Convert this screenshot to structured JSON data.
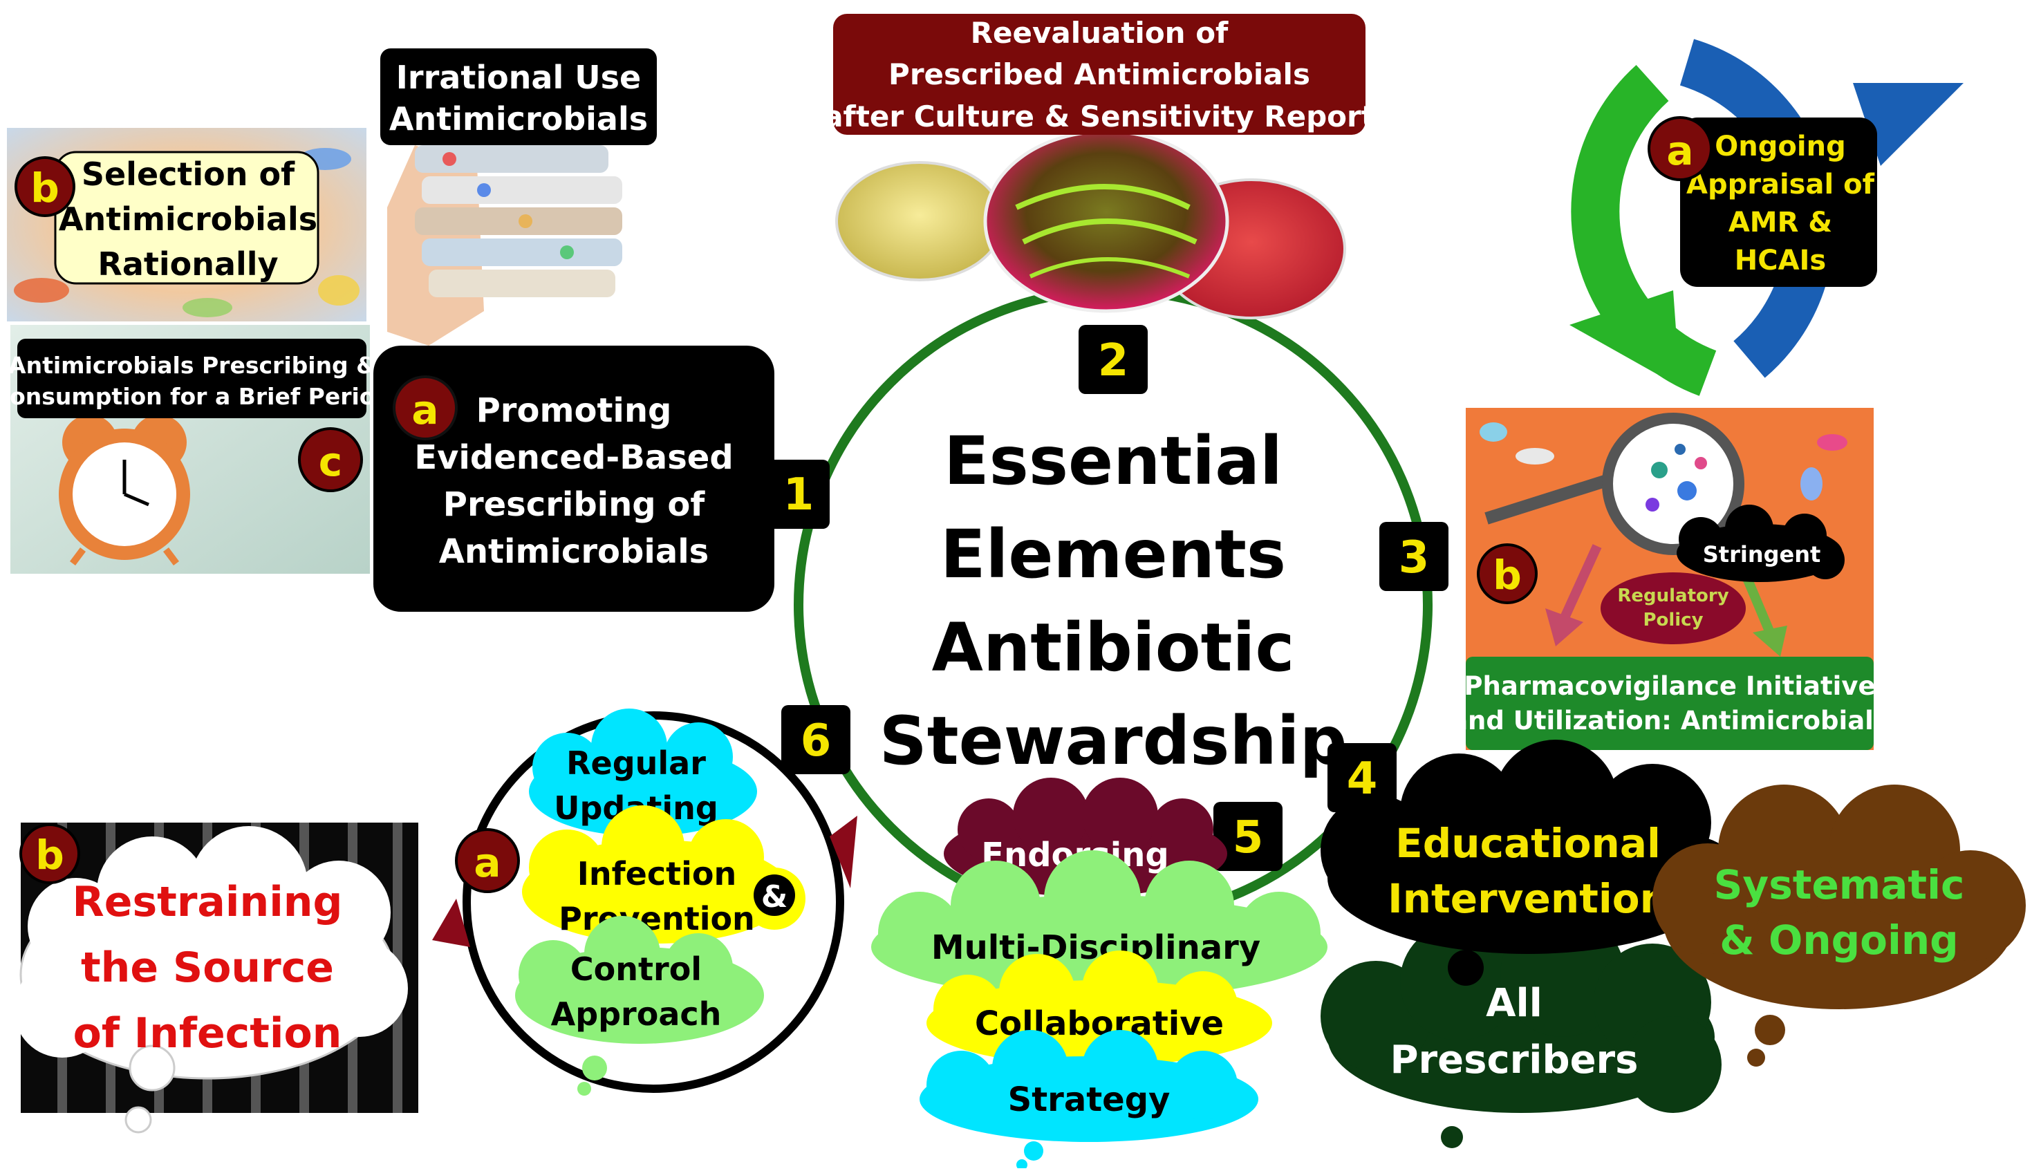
{
  "center": {
    "lines": [
      "Essential",
      "Elements",
      "Antibiotic",
      "Stewardship"
    ]
  },
  "numbers": [
    "1",
    "2",
    "3",
    "4",
    "5",
    "6"
  ],
  "element1": {
    "main": [
      "Promoting",
      "Evidenced-Based",
      "Prescribing of",
      "Antimicrobials"
    ],
    "badge_a": "a",
    "irrational": [
      "Irrational Use",
      "Antimicrobials"
    ],
    "badge_b": "b",
    "selection": [
      "Selection of",
      "Antimicrobials",
      "Rationally"
    ],
    "brief": [
      "Antimicrobials Prescribing &",
      "Consumption for a Brief Period"
    ],
    "badge_c": "c"
  },
  "element2": {
    "lines": [
      "Reevaluation of",
      "Prescribed Antimicrobials",
      "after Culture & Sensitivity Report"
    ]
  },
  "element3": {
    "badge_a": "a",
    "appraisal": [
      "Ongoing",
      "Appraisal of",
      "AMR &",
      "HCAIs"
    ],
    "badge_b": "b",
    "stringent": "Stringent",
    "regulatory": [
      "Regulatory",
      "Policy"
    ],
    "pharmaco": [
      "Pharmacovigilance Initiative",
      "and Utilization: Antimicrobials"
    ]
  },
  "element4": {
    "educational": [
      "Educational",
      "Intervention"
    ],
    "systematic": [
      "Systematic",
      "& Ongoing"
    ],
    "prescribers": [
      "All",
      "Prescribers"
    ]
  },
  "element5": {
    "clouds": [
      "Endorsing",
      "Multi-Disciplinary",
      "Collaborative",
      "Strategy"
    ]
  },
  "element6": {
    "badge_a": "a",
    "updating": [
      "Regular",
      "Updating"
    ],
    "infection": [
      "Infection",
      "Prevention"
    ],
    "amp": "&",
    "control": [
      "Control",
      "Approach"
    ],
    "badge_b": "b",
    "restraining": [
      "Restraining",
      "the Source",
      "of Infection"
    ]
  },
  "colors": {
    "dark_red": "#7a0a0a",
    "black": "#000000",
    "yellow_text": "#f5e500",
    "green_ring": "#1e7a1e",
    "cyan": "#00e5ff",
    "yellow": "#ffff00",
    "light_green": "#8ef07a",
    "maroon": "#6b0a2a",
    "dark_green": "#0b3a12",
    "brown": "#6b3a0c",
    "orange_panel": "#f07a3a",
    "blue_arrow": "#1a5fb4",
    "red_text": "#e01010"
  }
}
